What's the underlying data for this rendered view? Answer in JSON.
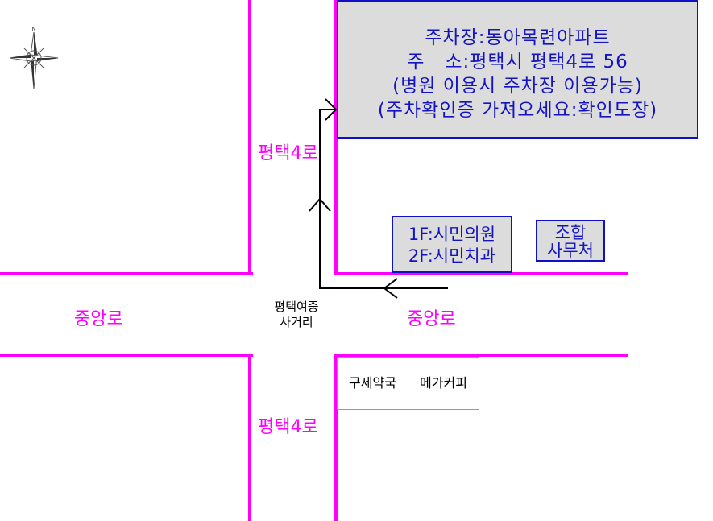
{
  "parking_box": {
    "line1": "주차장:동아목련아파트",
    "line2": "주   소:평택시 평택4로 56",
    "line3": "(병원 이용시 주차장 이용가능)",
    "line4": "(주차확인증 가져오세요:확인도장)"
  },
  "clinic_box": {
    "line1": "1F:시민의원",
    "line2": "2F:시민치과"
  },
  "office_box": {
    "line1": "조합",
    "line2": "사무처"
  },
  "roads": {
    "pyeongtaek4ro_top": "평택4로",
    "pyeongtaek4ro_bottom": "평택4로",
    "jungangro_left": "중앙로",
    "jungangro_right": "중앙로"
  },
  "junction": {
    "line1": "평택여중",
    "line2": "사거리"
  },
  "shops": {
    "pharmacy": "구세약국",
    "coffee": "메가커피"
  },
  "compass": {
    "north_label": "N"
  },
  "colors": {
    "road": "#ff00ff",
    "box_border": "#1010c8",
    "box_fill": "#dcdcdc",
    "box_text": "#1414c0",
    "route": "#000000"
  }
}
